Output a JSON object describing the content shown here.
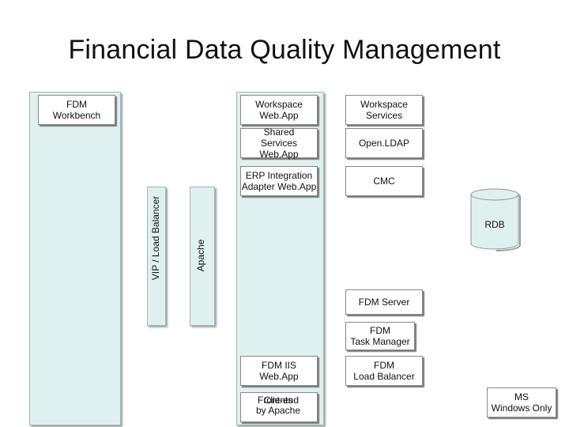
{
  "title": "Financial Data Quality Management",
  "left_panel": {
    "label": "FDM\nWorkbench"
  },
  "bars": {
    "vip": "VIP / Load Balancer",
    "apache": "Apache"
  },
  "web_column": {
    "workspace_webapp": "Workspace\nWeb.App",
    "shared_services_webapp": "Shared\nServices Web.App",
    "erp_integration": "ERP Integration\nAdapter Web.App",
    "fdm_iis_webapp": "FDM IIS\nWeb.App",
    "front_end": "Front-end\nby Apache",
    "clients_overlay": "Clients"
  },
  "services_column": {
    "workspace_services": "Workspace\nServices",
    "openldap": "Open.LDAP",
    "cmc": "CMC",
    "fdm_server": "FDM Server",
    "task_manager": "FDM\nTask Manager",
    "load_balancer": "FDM\nLoad Balancer"
  },
  "rdb": {
    "label": "RDB"
  },
  "ms_windows_note": "MS\nWindows Only",
  "colors": {
    "panel": "#dff0f0",
    "box_border": "#888888",
    "shadow": "#777777"
  }
}
